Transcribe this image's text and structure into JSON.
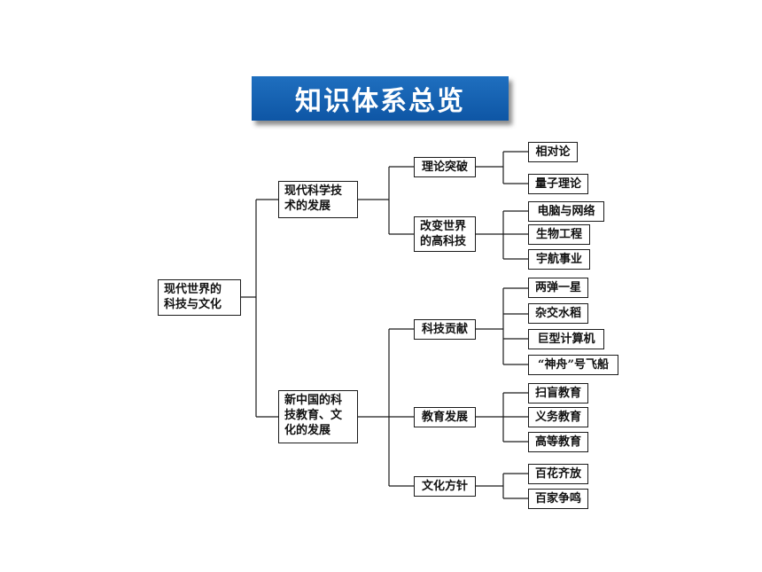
{
  "title": "知识体系总览",
  "diagram": {
    "root": "现代世界的\n科技与文化",
    "branch1": {
      "label": "现代科学技\n术的发展",
      "sub1": {
        "label": "理论突破",
        "items": [
          "相对论",
          "量子理论"
        ]
      },
      "sub2": {
        "label": "改变世界\n的高科技",
        "items": [
          "电脑与网络",
          "生物工程",
          "宇航事业"
        ]
      }
    },
    "branch2": {
      "label": "新中国的科\n技教育、文\n化的发展",
      "sub1": {
        "label": "科技贡献",
        "items": [
          "两弹一星",
          "杂交水稻",
          "巨型计算机",
          "“神舟”号飞船"
        ]
      },
      "sub2": {
        "label": "教育发展",
        "items": [
          "扫盲教育",
          "义务教育",
          "高等教育"
        ]
      },
      "sub3": {
        "label": "文化方针",
        "items": [
          "百花齐放",
          "百家争鸣"
        ]
      }
    }
  }
}
